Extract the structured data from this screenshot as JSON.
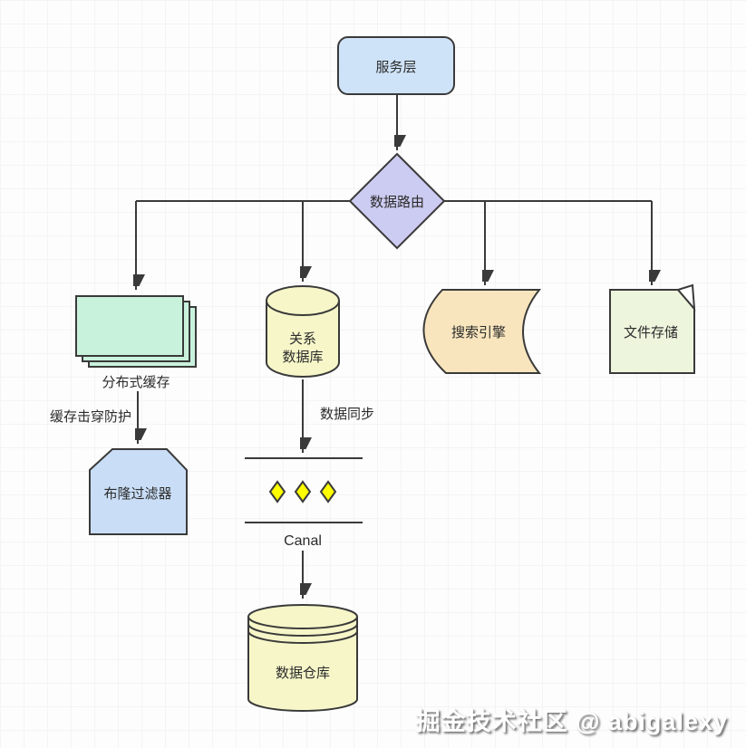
{
  "canvas": {
    "background": "#fdfdfd",
    "grid_minor_color": "#f4f4f4",
    "grid_major_color": "#e8e8e8",
    "line_color": "#3a3a3a",
    "text_color": "#2b2b2b"
  },
  "nodes": {
    "service_layer": {
      "label": "服务层",
      "fill": "#cfe3f8"
    },
    "data_router": {
      "label": "数据路由",
      "fill": "#ccccf2"
    },
    "distributed_cache": {
      "label": "分布式缓存",
      "fill": "#c9f2dd"
    },
    "relational_db": {
      "label_line1": "关系",
      "label_line2": "数据库",
      "fill": "#f6f6c9"
    },
    "search_engine": {
      "label": "搜索引擎",
      "fill": "#f8e5bd"
    },
    "file_storage": {
      "label": "文件存储",
      "fill": "#eef5dd"
    },
    "bloom_filter": {
      "label": "布隆过滤器",
      "fill": "#c9def6"
    },
    "canal": {
      "label": "Canal",
      "diamond_fill": "#ffff00"
    },
    "data_warehouse": {
      "label": "数据仓库",
      "fill": "#f6f6c9"
    }
  },
  "edge_labels": {
    "cache_protection": "缓存击穿防护",
    "data_sync": "数据同步"
  },
  "watermark": {
    "text": "掘金技术社区 @ abigalexy"
  }
}
